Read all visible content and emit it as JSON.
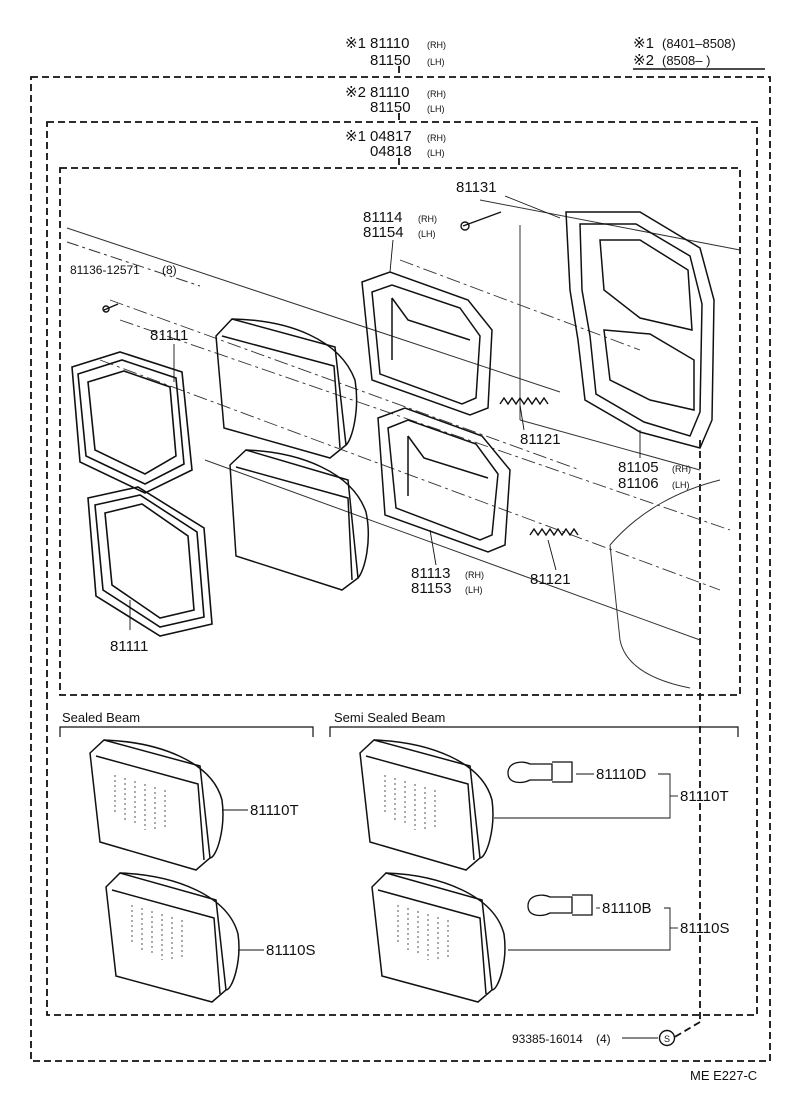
{
  "legend": {
    "entry1_mark": "※1",
    "entry1_range": "(8401–8508)",
    "entry2_mark": "※2",
    "entry2_range": "(8508–        )"
  },
  "assembly_tags": {
    "a1_mark": "※1",
    "a1_rh": "81110",
    "a1_lh": "81150",
    "a2_mark": "※2",
    "a2_rh": "81110",
    "a2_lh": "81150",
    "a3_mark": "※1",
    "a3_rh": "04817",
    "a3_lh": "04818",
    "rh": "(RH)",
    "lh": "(LH)"
  },
  "parts": {
    "p81131": "81131",
    "p81114": "81114",
    "p81154": "81154",
    "p81136": "81136-12571",
    "p81136_qty": "(8)",
    "p81111_a": "81111",
    "p81111_b": "81111",
    "p81121_a": "81121",
    "p81121_b": "81121",
    "p81105": "81105",
    "p81106": "81106",
    "p81113": "81113",
    "p81153": "81153",
    "rh": "(RH)",
    "lh": "(LH)"
  },
  "sections": {
    "sealed": "Sealed Beam",
    "semi": "Semi Sealed Beam"
  },
  "lamps": {
    "sealed_t": "81110T",
    "sealed_s": "81110S",
    "semi_d": "81110D",
    "semi_t": "81110T",
    "semi_b": "81110B",
    "semi_s": "81110S"
  },
  "fastener": {
    "part": "93385-16014",
    "qty": "(4)",
    "symbol": "S"
  },
  "footer": {
    "code": "ME  E227-C"
  }
}
